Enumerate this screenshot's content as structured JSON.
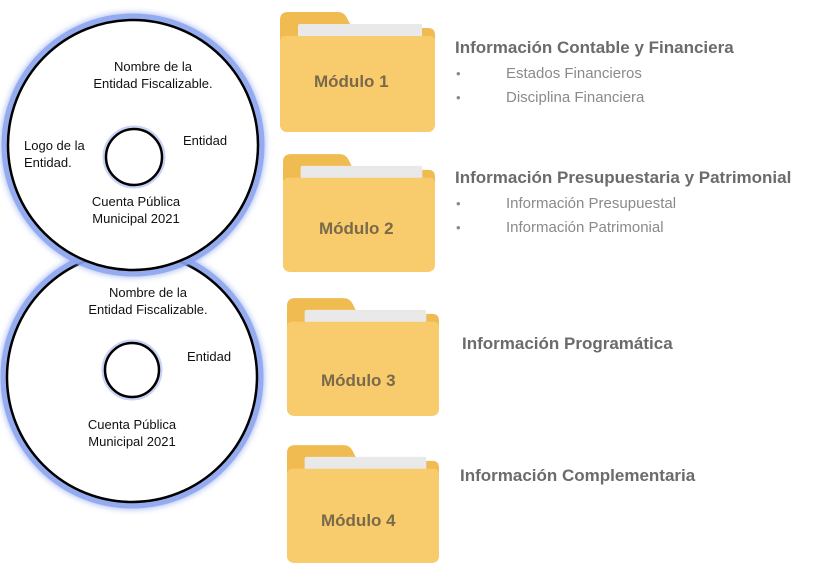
{
  "colors": {
    "folder_body": "#f8cc6c",
    "folder_back": "#f0bc52",
    "folder_paper": "#e8e8e8",
    "disc_glow": "#8aa2ee",
    "disc_stroke": "#000000",
    "title_text": "#6b6b6b",
    "item_text": "#8a8a8a"
  },
  "discs": [
    {
      "entity_name": "Nombre de la Entidad Fiscalizable.",
      "entity_name_line1": "Nombre de la",
      "entity_name_line2": "Entidad Fiscalizable.",
      "logo_line1": "Logo de la",
      "logo_line2": "Entidad.",
      "entity": "Entidad",
      "account_line1": "Cuenta Pública",
      "account_line2": "Municipal 2021"
    },
    {
      "entity_name_line1": "Nombre de la",
      "entity_name_line2": "Entidad Fiscalizable.",
      "entity": "Entidad",
      "account_line1": "Cuenta Pública",
      "account_line2": "Municipal 2021"
    }
  ],
  "modules": [
    {
      "folder_label": "Módulo 1",
      "icon": "folder-icon",
      "title": "Información Contable y Financiera",
      "items": [
        "Estados Financieros",
        "Disciplina Financiera"
      ]
    },
    {
      "folder_label": "Módulo 2",
      "icon": "folder-icon",
      "title": "Información Presupuestaria y Patrimonial",
      "items": [
        "Información Presupuestal",
        "Información Patrimonial"
      ]
    },
    {
      "folder_label": "Módulo 3",
      "icon": "folder-icon",
      "title": "Información Programática",
      "items": []
    },
    {
      "folder_label": "Módulo 4",
      "icon": "folder-icon",
      "title": "Información Complementaria",
      "items": []
    }
  ]
}
